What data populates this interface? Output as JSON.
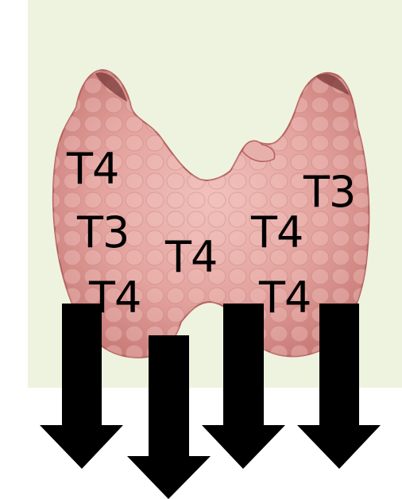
{
  "labels": [
    {
      "id": "l1",
      "text": "T4"
    },
    {
      "id": "l2",
      "text": "T3"
    },
    {
      "id": "l3",
      "text": "T4"
    },
    {
      "id": "l4",
      "text": "T4"
    },
    {
      "id": "l5",
      "text": "T4"
    },
    {
      "id": "l6",
      "text": "T3"
    },
    {
      "id": "l7",
      "text": "T4"
    }
  ],
  "colors": {
    "background_panel": "#eef3df",
    "gland_fill": "#e3a29e",
    "gland_outline": "#b3615e",
    "arrow": "#000000"
  },
  "icons": [
    "thyroid-gland-illustration",
    "down-arrow"
  ]
}
